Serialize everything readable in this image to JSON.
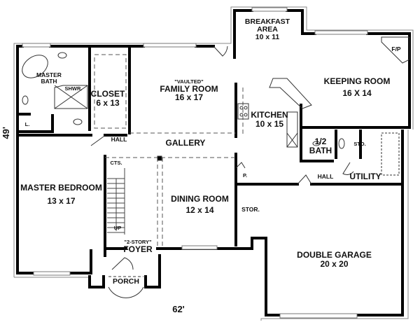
{
  "plan": {
    "overall_width": "62'",
    "overall_depth": "49'",
    "wall_color": "#000000",
    "outline_color": "#888888",
    "rooms": [
      {
        "id": "breakfast",
        "name": "BREAKFAST",
        "name2": "AREA",
        "size": "10 x 11"
      },
      {
        "id": "keeping",
        "name": "KEEPING ROOM",
        "size": "16 X 14"
      },
      {
        "id": "fireplace",
        "name": "F/P"
      },
      {
        "id": "master-bath",
        "name": "MASTER",
        "name2": "BATH"
      },
      {
        "id": "shower",
        "name": "SHWR."
      },
      {
        "id": "closet",
        "name": "CLOSET",
        "size": "6 x 13"
      },
      {
        "id": "family",
        "note": "\"VAULTED\"",
        "name": "FAMILY ROOM",
        "size": "16 x 17"
      },
      {
        "id": "kitchen",
        "name": "KITCHEN",
        "size": "10 x 15"
      },
      {
        "id": "linen",
        "name": "L."
      },
      {
        "id": "hall-left",
        "name": "HALL"
      },
      {
        "id": "gallery",
        "name": "GALLERY"
      },
      {
        "id": "half-bath",
        "name": "1/2",
        "name2": "BATH"
      },
      {
        "id": "storage-small",
        "name": "STO."
      },
      {
        "id": "hall-right",
        "name": "HALL"
      },
      {
        "id": "utility",
        "name": "UTILITY"
      },
      {
        "id": "closets",
        "name": "CTS."
      },
      {
        "id": "pantry",
        "name": "P."
      },
      {
        "id": "master-bedroom",
        "name": "MASTER BEDROOM",
        "size": "13 x 17"
      },
      {
        "id": "dining",
        "name": "DINING ROOM",
        "size": "12 x 14"
      },
      {
        "id": "storage",
        "name": "STOR."
      },
      {
        "id": "stairs",
        "name": "UP"
      },
      {
        "id": "foyer",
        "note": "\"2-STORY\"",
        "name": "FOYER"
      },
      {
        "id": "porch",
        "name": "PORCH"
      },
      {
        "id": "garage",
        "name": "DOUBLE GARAGE",
        "size": "20 x 20"
      }
    ]
  }
}
